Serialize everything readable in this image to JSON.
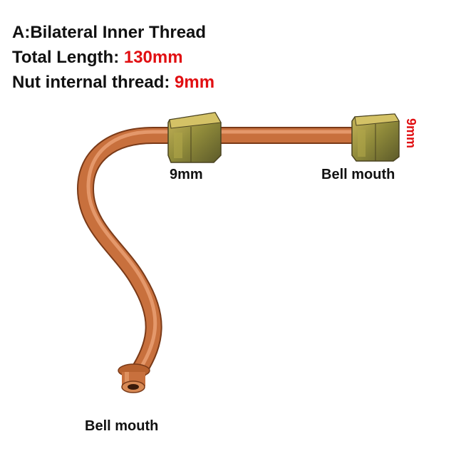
{
  "specs": {
    "line1": "A:Bilateral Inner Thread",
    "line2_label": "Total Length:",
    "line2_value": "130mm",
    "line3_label": "Nut internal thread:",
    "line3_value": "9mm"
  },
  "labels": {
    "left_nut": "9mm",
    "right_end": "Bell mouth",
    "bottom_end": "Bell mouth",
    "right_nut_size": "9mm"
  },
  "colors": {
    "accent_red": "#e10f12",
    "copper": "#c8703d",
    "brass": "#9e8a35"
  }
}
